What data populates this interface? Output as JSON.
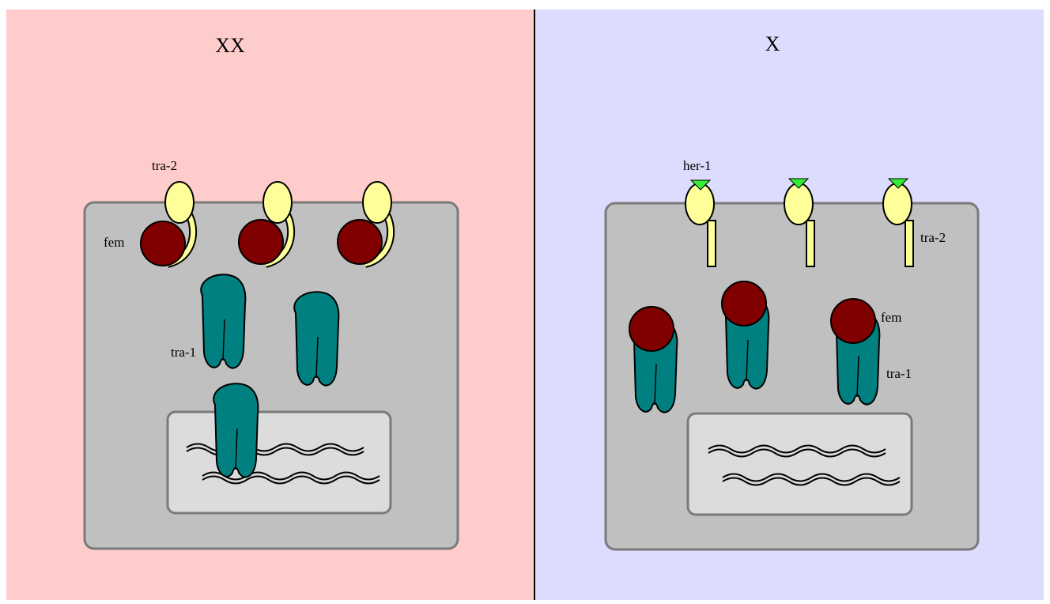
{
  "panels": {
    "left": {
      "title": "XX",
      "labels": {
        "receptor": "tra-2",
        "fem": "fem",
        "tra1": "tra-1"
      }
    },
    "right": {
      "title": "X",
      "labels": {
        "ligand": "her-1",
        "receptor": "tra-2",
        "fem": "fem",
        "tra1": "tra-1"
      }
    }
  },
  "colors": {
    "left_background": "#ffcccc",
    "right_background": "#dcdcff",
    "cell": "#c0c0c0",
    "nucleus": "#dcdcdc",
    "tra2": "#ffff99",
    "fem": "#800000",
    "tra1": "#008080",
    "her1": "#33ee33",
    "divider": "#000000"
  }
}
